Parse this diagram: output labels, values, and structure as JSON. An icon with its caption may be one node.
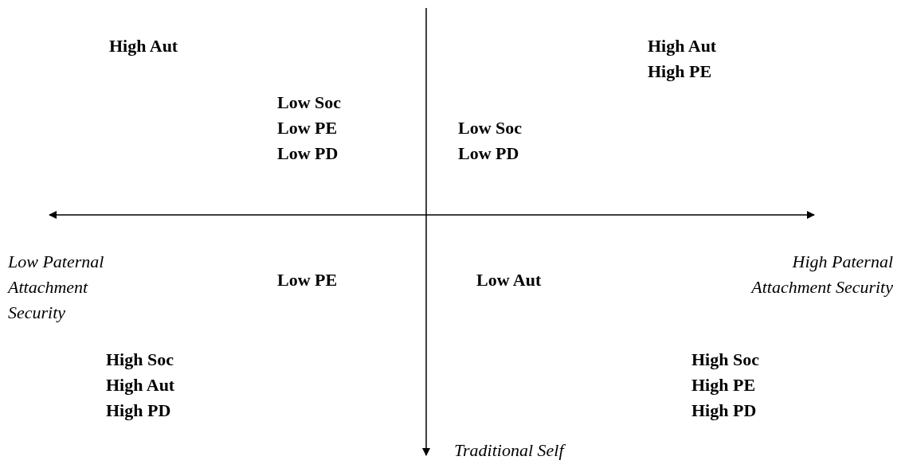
{
  "diagram": {
    "labels": [
      "High Aut",
      "High Aut",
      "High PE",
      "Low Soc",
      "Low PE",
      "Low PD",
      "Low Soc",
      "Low PD",
      "Low Paternal Attachment Security",
      "Low PE",
      "Low Aut",
      "High Paternal Attachment Security",
      "High Soc",
      "High Aut",
      "High PD",
      "High Soc",
      "High PE",
      "High PD",
      "Traditional Self"
    ]
  }
}
